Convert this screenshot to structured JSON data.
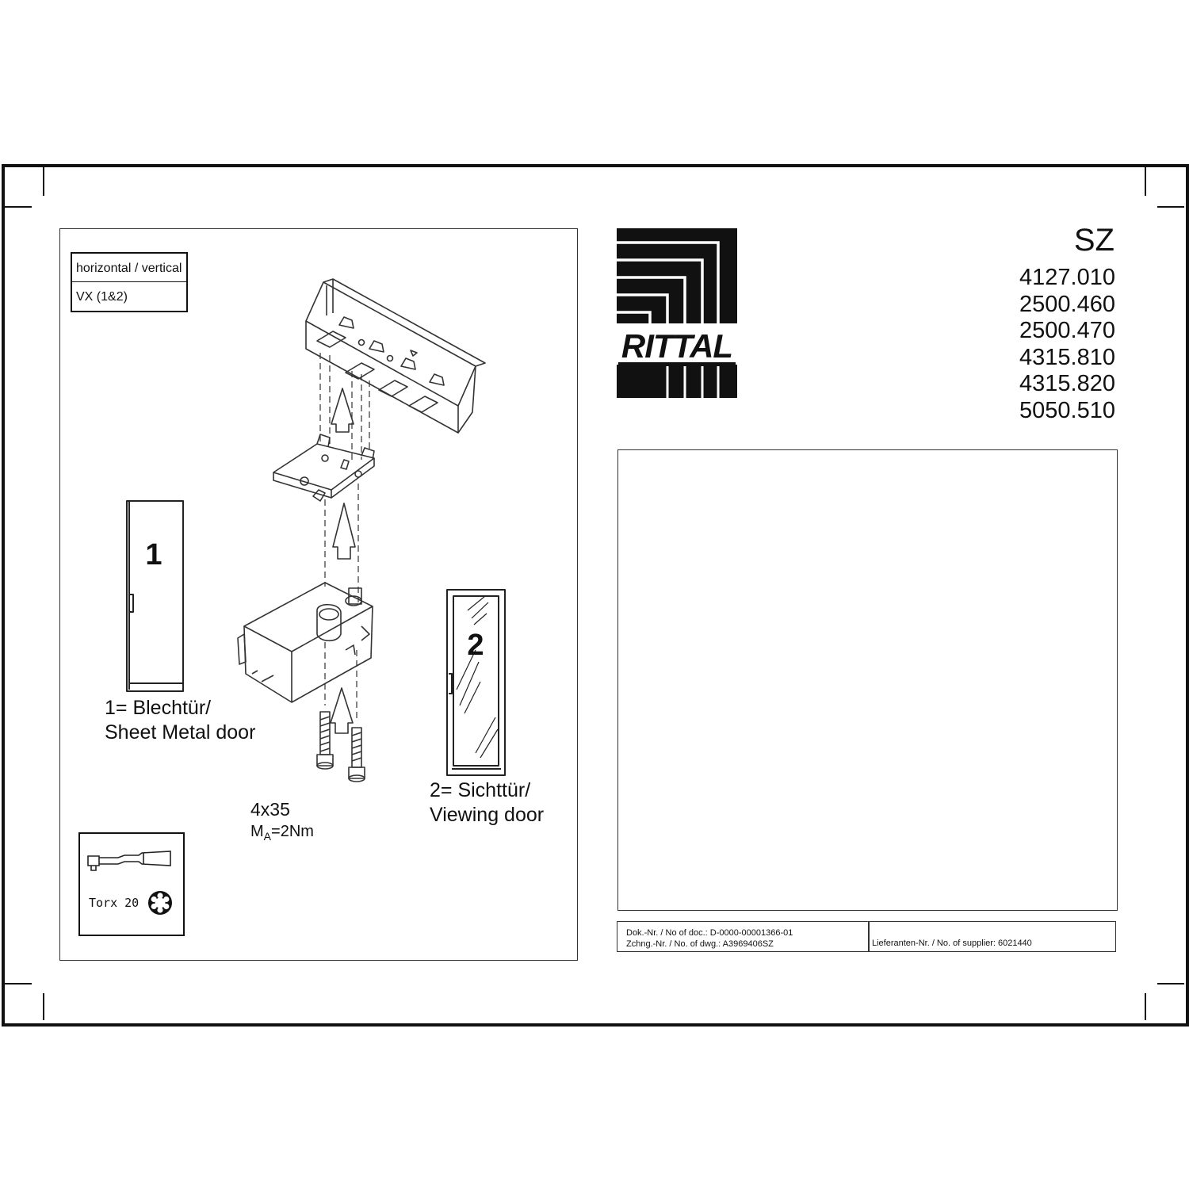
{
  "table": {
    "row1": "horizontal / vertical",
    "row2": "VX  (1&2)"
  },
  "diagram": {
    "door1_number": "1",
    "door2_number": "2",
    "door1_caption_line1": "1= Blechtür/",
    "door1_caption_line2": "Sheet Metal door",
    "door2_caption_line1": "2= Sichttür/",
    "door2_caption_line2": "Viewing door",
    "screw_size": "4x35",
    "torque_m": "M",
    "torque_sub": "A",
    "torque_value": "=2Nm"
  },
  "tool": {
    "label": "Torx 20",
    "icon": "torx-star-icon"
  },
  "brand": {
    "logo_text": "RITTAL"
  },
  "product": {
    "code": "SZ",
    "article_numbers": [
      "4127.010",
      "2500.460",
      "2500.470",
      "4315.810",
      "4315.820",
      "5050.510"
    ]
  },
  "doc": {
    "doc_no": "Dok.-Nr. / No of doc.: D-0000-00001366-01",
    "drawing_no": "Zchng.-Nr. / No. of dwg.: A3969406SZ",
    "supplier_no": "Lieferanten-Nr. / No. of supplier: 6021440"
  }
}
